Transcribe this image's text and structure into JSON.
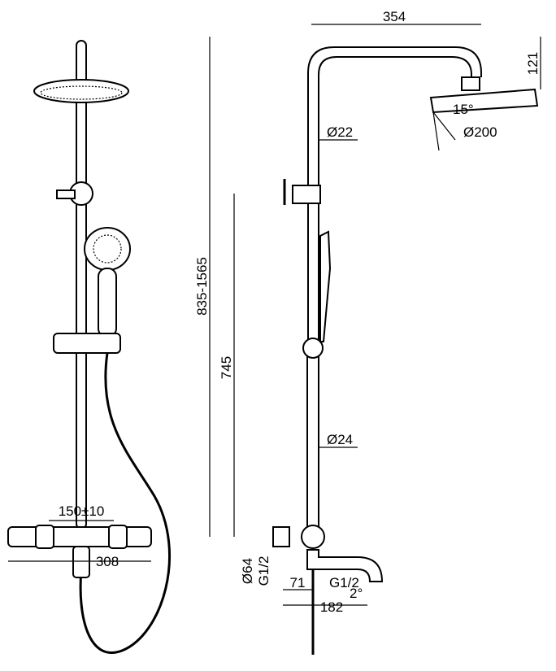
{
  "dimensions": {
    "arm_width": "354",
    "head_height": "121",
    "head_angle": "15°",
    "head_diameter": "Ø200",
    "upper_pipe": "Ø22",
    "lower_pipe": "Ø24",
    "total_height": "835-1565",
    "outlet_height": "745",
    "bracket_diameter": "Ø64",
    "bracket_thread": "G1/2",
    "spout_offset": "71",
    "spout_thread": "G1/2",
    "spout_length": "182",
    "spout_angle": "2°",
    "inlet_centers": "150±10",
    "mixer_width": "308"
  }
}
